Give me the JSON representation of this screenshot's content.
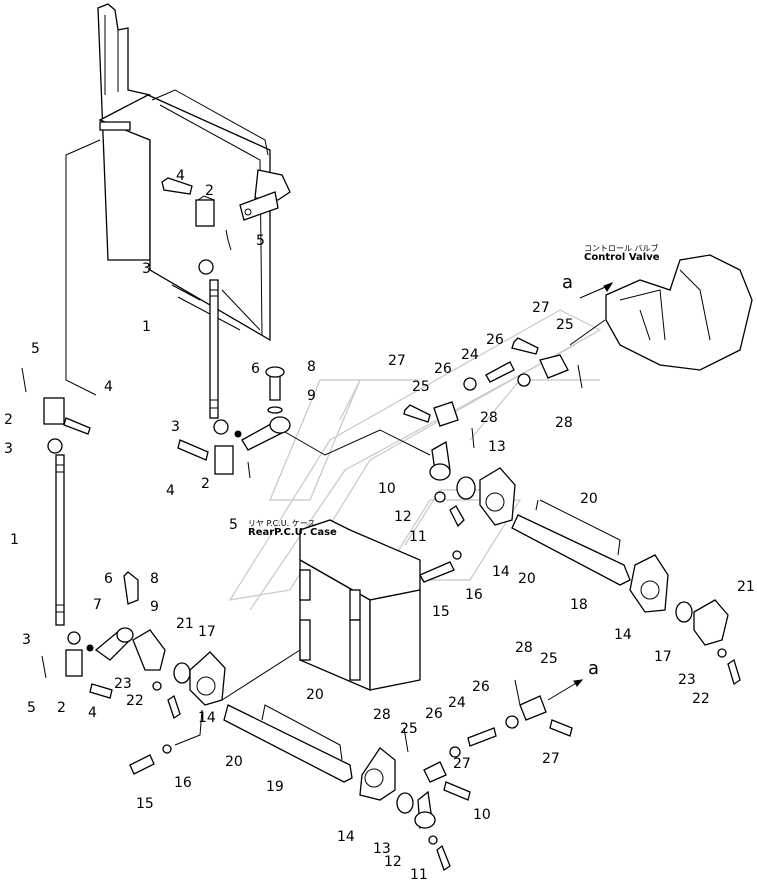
{
  "diagram": {
    "title": "Control linkage exploded parts diagram",
    "watermark_color": "#c8c8c8",
    "line_color": "#000000",
    "callouts": {
      "control_valve": {
        "jp": "コントロール バルブ",
        "en": "Control Valve"
      },
      "rear_pcu_case": {
        "jp": "リヤ P.C.U. ケース",
        "en": "RearP.C.U. Case"
      },
      "ref_arrow": "a"
    },
    "labels": [
      {
        "id": "l4a",
        "text": "4"
      },
      {
        "id": "l2a",
        "text": "2"
      },
      {
        "id": "l5a",
        "text": "5"
      },
      {
        "id": "l3a",
        "text": "3"
      },
      {
        "id": "l1a",
        "text": "1"
      },
      {
        "id": "l5b",
        "text": "5"
      },
      {
        "id": "l4b",
        "text": "4"
      },
      {
        "id": "l2b",
        "text": "2"
      },
      {
        "id": "l3b",
        "text": "3"
      },
      {
        "id": "l1b",
        "text": "1"
      },
      {
        "id": "l6a",
        "text": "6"
      },
      {
        "id": "l8a",
        "text": "8"
      },
      {
        "id": "l9a",
        "text": "9"
      },
      {
        "id": "l3c",
        "text": "3"
      },
      {
        "id": "l4c",
        "text": "4"
      },
      {
        "id": "l2c",
        "text": "2"
      },
      {
        "id": "l5c",
        "text": "5"
      },
      {
        "id": "l27a",
        "text": "27"
      },
      {
        "id": "l25a",
        "text": "25"
      },
      {
        "id": "l26a",
        "text": "26"
      },
      {
        "id": "l24a",
        "text": "24"
      },
      {
        "id": "l26b",
        "text": "26"
      },
      {
        "id": "l27b",
        "text": "27"
      },
      {
        "id": "l25b",
        "text": "25"
      },
      {
        "id": "l28a",
        "text": "28"
      },
      {
        "id": "l28b",
        "text": "28"
      },
      {
        "id": "l13a",
        "text": "13"
      },
      {
        "id": "l10a",
        "text": "10"
      },
      {
        "id": "l12a",
        "text": "12"
      },
      {
        "id": "l11a",
        "text": "11"
      },
      {
        "id": "l14a",
        "text": "14"
      },
      {
        "id": "l20a",
        "text": "20"
      },
      {
        "id": "l20b",
        "text": "20"
      },
      {
        "id": "l18",
        "text": "18"
      },
      {
        "id": "l15a",
        "text": "15"
      },
      {
        "id": "l16a",
        "text": "16"
      },
      {
        "id": "l14b",
        "text": "14"
      },
      {
        "id": "l17a",
        "text": "17"
      },
      {
        "id": "l21a",
        "text": "21"
      },
      {
        "id": "l23a",
        "text": "23"
      },
      {
        "id": "l22a",
        "text": "22"
      },
      {
        "id": "l6b",
        "text": "6"
      },
      {
        "id": "l8b",
        "text": "8"
      },
      {
        "id": "l7",
        "text": "7"
      },
      {
        "id": "l9b",
        "text": "9"
      },
      {
        "id": "l21b",
        "text": "21"
      },
      {
        "id": "l17b",
        "text": "17"
      },
      {
        "id": "l3d",
        "text": "3"
      },
      {
        "id": "l5d",
        "text": "5"
      },
      {
        "id": "l2d",
        "text": "2"
      },
      {
        "id": "l4d",
        "text": "4"
      },
      {
        "id": "l23b",
        "text": "23"
      },
      {
        "id": "l22b",
        "text": "22"
      },
      {
        "id": "l14c",
        "text": "14"
      },
      {
        "id": "l20c",
        "text": "20"
      },
      {
        "id": "l20d",
        "text": "20"
      },
      {
        "id": "l19",
        "text": "19"
      },
      {
        "id": "l15b",
        "text": "15"
      },
      {
        "id": "l16b",
        "text": "16"
      },
      {
        "id": "l14d",
        "text": "14"
      },
      {
        "id": "l28c",
        "text": "28"
      },
      {
        "id": "l25c",
        "text": "25"
      },
      {
        "id": "l26c",
        "text": "26"
      },
      {
        "id": "l24b",
        "text": "24"
      },
      {
        "id": "l26d",
        "text": "26"
      },
      {
        "id": "l28d",
        "text": "28"
      },
      {
        "id": "l25d",
        "text": "25"
      },
      {
        "id": "l27c",
        "text": "27"
      },
      {
        "id": "l27d",
        "text": "27"
      },
      {
        "id": "l13b",
        "text": "13"
      },
      {
        "id": "l10b",
        "text": "10"
      },
      {
        "id": "l12b",
        "text": "12"
      },
      {
        "id": "l11b",
        "text": "11"
      }
    ]
  }
}
